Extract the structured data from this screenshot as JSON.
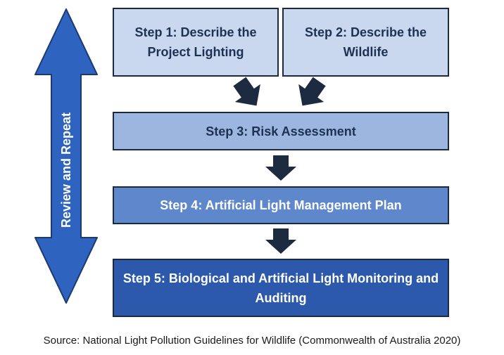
{
  "steps": {
    "step1": "Step 1: Describe the Project Lighting",
    "step2": "Step 2: Describe the Wildlife",
    "step3": "Step 3: Risk Assessment",
    "step4": "Step 4: Artificial Light Management Plan",
    "step5": "Step 5: Biological and Artificial Light Monitoring and Auditing"
  },
  "cycle_label": "Review and Repeat",
  "source": "Source: National Light Pollution Guidelines for Wildlife (Commonwealth of Australia 2020)",
  "colors": {
    "step1_fill": "#c9d8ef",
    "step2_fill": "#c9d8ef",
    "step3_fill": "#9cb6e0",
    "step4_fill": "#5f87cc",
    "step5_fill": "#2d59ad",
    "border": "#1b2a3f",
    "flow_arrow": "#1c2b40",
    "cycle_arrow": "#2f63c0"
  }
}
